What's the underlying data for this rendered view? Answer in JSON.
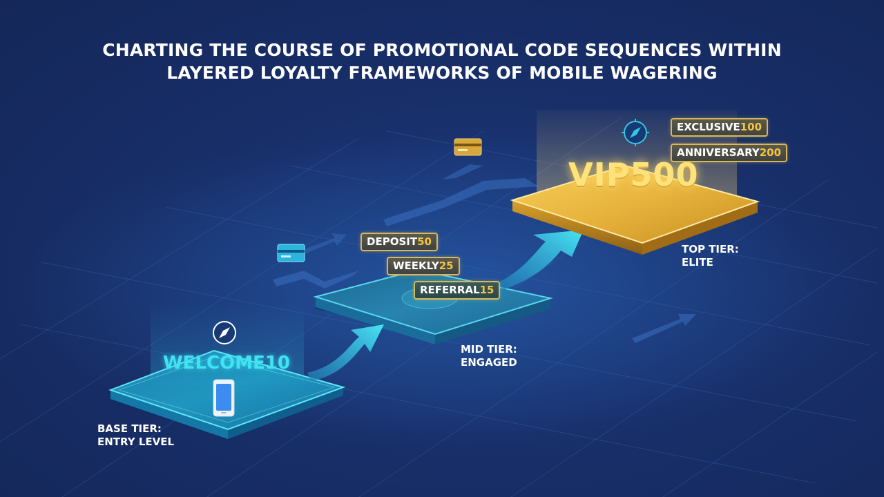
{
  "title": {
    "line1": "CHARTING THE COURSE OF PROMOTIONAL CODE SEQUENCES WITHIN",
    "line2": "LAYERED LOYALTY FRAMEWORKS OF MOBILE WAGERING"
  },
  "tiers": {
    "base": {
      "label_line1": "BASE TIER:",
      "label_line2": "ENTRY LEVEL",
      "code": "WELCOME10"
    },
    "mid": {
      "label_line1": "MID TIER:",
      "label_line2": "ENGAGED",
      "codes": [
        {
          "word": "DEPOSIT",
          "num": "50"
        },
        {
          "word": "WEEKLY",
          "num": "25"
        },
        {
          "word": "REFERRAL",
          "num": "15"
        }
      ]
    },
    "top": {
      "label_line1": "TOP TIER:",
      "label_line2": "ELITE",
      "code": "VIP500",
      "codes": [
        {
          "word": "EXCLUSIVE",
          "num": "100"
        },
        {
          "word": "ANNIVERSARY",
          "num": "200"
        }
      ]
    }
  },
  "colors": {
    "background": "#182f6a",
    "base_platform": "#2bb8d8",
    "mid_platform": "#2a87b0",
    "top_platform": "#e8b33a",
    "arrow": "#36d6ec",
    "gold_accent": "#f3c543"
  },
  "icons": [
    "compass-icon",
    "smartphone-icon",
    "credit-card-icon"
  ]
}
